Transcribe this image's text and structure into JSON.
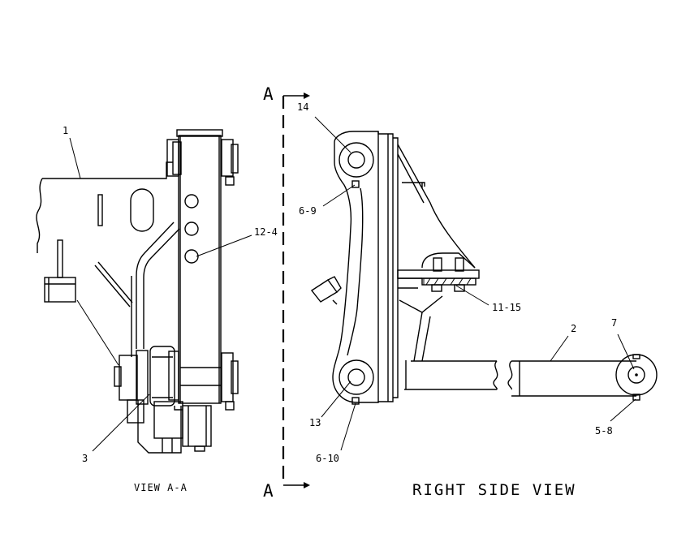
{
  "callouts": {
    "c1": "1",
    "c3": "3",
    "c12_4": "12-4",
    "c14": "14",
    "c6_9": "6-9",
    "c11_15": "11-15",
    "c2": "2",
    "c7": "7",
    "c13": "13",
    "c6_10": "6-10",
    "c5_8": "5-8"
  },
  "section_marks": {
    "top": "A",
    "bottom": "A"
  },
  "captions": {
    "view_a_a": "VIEW A-A",
    "right_side_view": "RIGHT SIDE VIEW"
  }
}
